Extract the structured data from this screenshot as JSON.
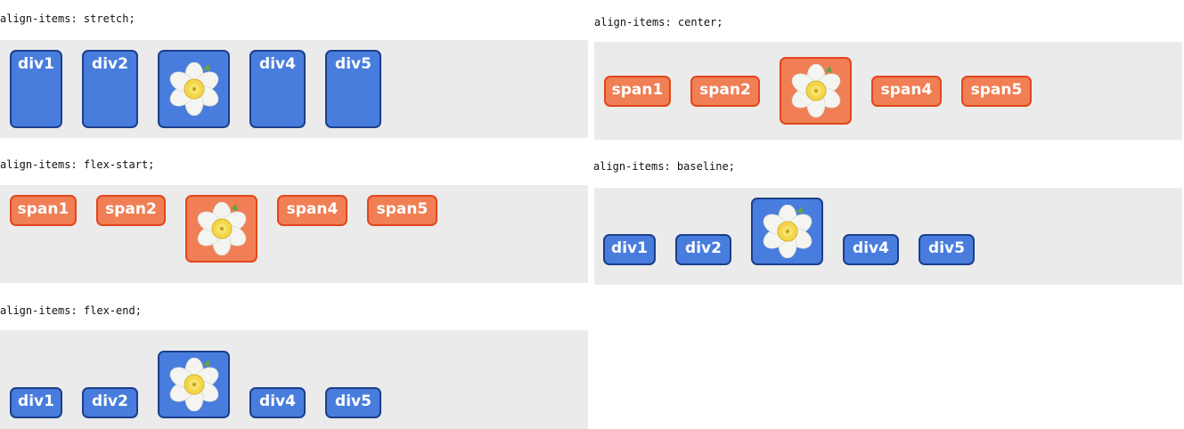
{
  "demos": {
    "stretch": {
      "code": "align-items: stretch;",
      "items": [
        "div1",
        "div2",
        "",
        "div4",
        "div5"
      ]
    },
    "flex_start": {
      "code": "align-items: flex-start;",
      "items": [
        "span1",
        "span2",
        "",
        "span4",
        "span5"
      ]
    },
    "flex_end": {
      "code": "align-items: flex-end;",
      "items": [
        "div1",
        "div2",
        "",
        "div4",
        "div5"
      ]
    },
    "center": {
      "code": "align-items: center;",
      "items": [
        "span1",
        "span2",
        "",
        "span4",
        "span5"
      ]
    },
    "baseline": {
      "code": "align-items: baseline;",
      "items": [
        "div1",
        "div2",
        "",
        "div4",
        "div5"
      ]
    }
  },
  "colors": {
    "blue_fill": "#487ddd",
    "blue_border": "#1c3f8c",
    "orange_fill": "#f07f55",
    "orange_border": "#e2471c",
    "stage_bg": "#ebebeb"
  },
  "icons": {
    "image_item": "daffodil-flower-icon"
  }
}
